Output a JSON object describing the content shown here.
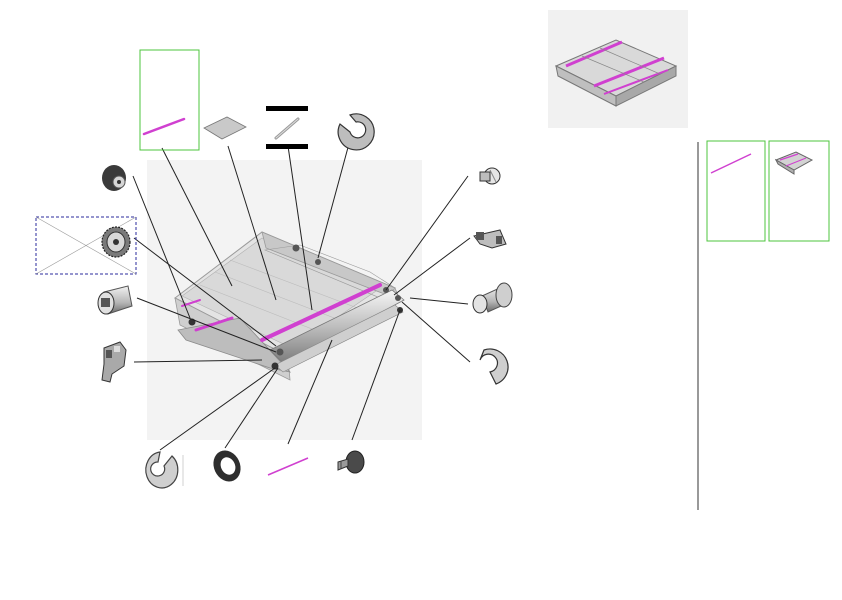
{
  "colors": {
    "callout_box": "#4cc43c",
    "dashed_box": "#2b2b9e",
    "highlight": "#d040d0",
    "leader_line": "#222222",
    "part_grey": "#8a8a8a",
    "part_dark": "#3a3a3a",
    "unit_fill": "#e6e6e6",
    "background_panel": "#f1f1f1"
  },
  "diagram": {
    "type": "exploded-parts-view",
    "subject": "transfer-belt-unit",
    "parts": [
      "rod-highlighted",
      "film-sheet",
      "shaft-pin",
      "e-ring-large",
      "gear-dark",
      "gear-toothed",
      "bushing",
      "lever-bracket",
      "e-ring-small",
      "washer",
      "rod-small",
      "shoulder-screw",
      "cap-screw",
      "bracket-clip",
      "cylinder-roller",
      "c-clip"
    ]
  }
}
